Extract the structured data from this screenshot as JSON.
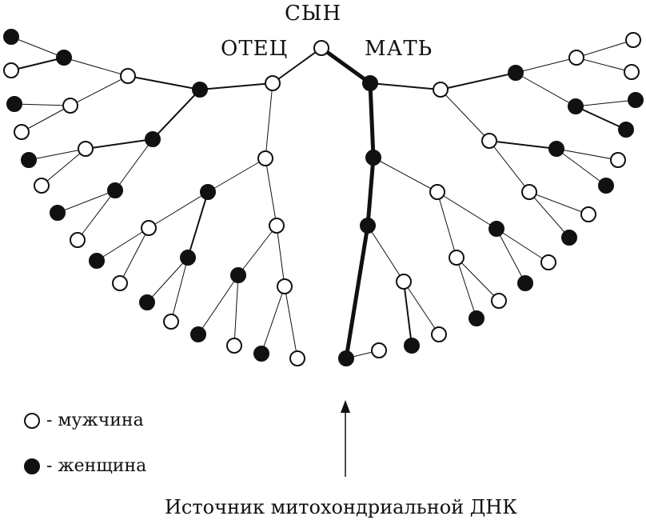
{
  "labels": {
    "son": "СЫН",
    "father": "ОТЕЦ",
    "mother": "МАТЬ"
  },
  "legend": {
    "male": "- мужчина",
    "female": "- женщина"
  },
  "caption": "Источник митохондриальной ДНК",
  "colors": {
    "male_fill": "#ffffff",
    "female_fill": "#111111",
    "line": "#111111"
  }
}
